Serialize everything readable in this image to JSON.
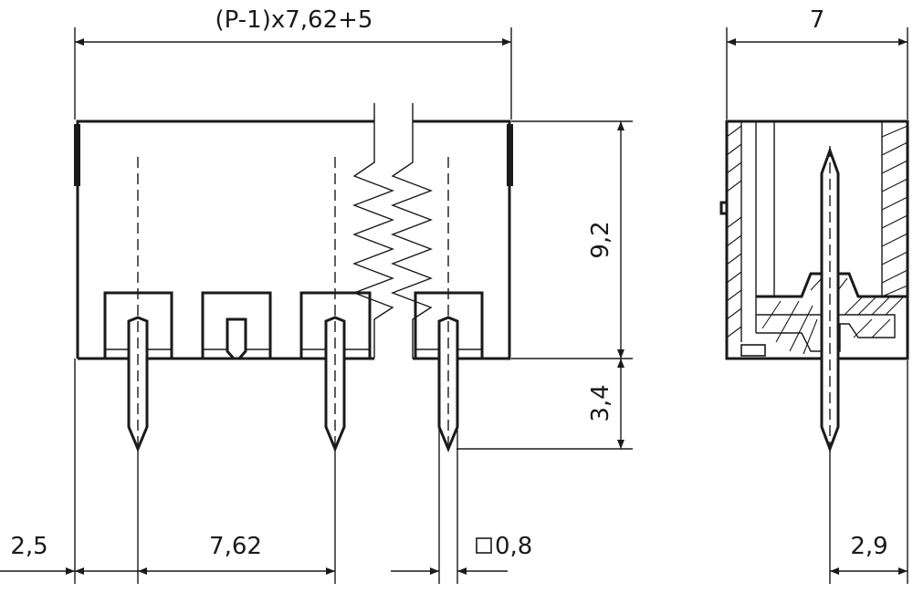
{
  "drawing": {
    "dimensions": {
      "overall_length": "(P-1)x7,62+5",
      "depth": "7",
      "body_height": "9,2",
      "pin_length": "3,4",
      "edge_offset": "2,5",
      "pitch": "7,62",
      "pin_section": "0,8",
      "pin_offset": "2,9"
    }
  }
}
